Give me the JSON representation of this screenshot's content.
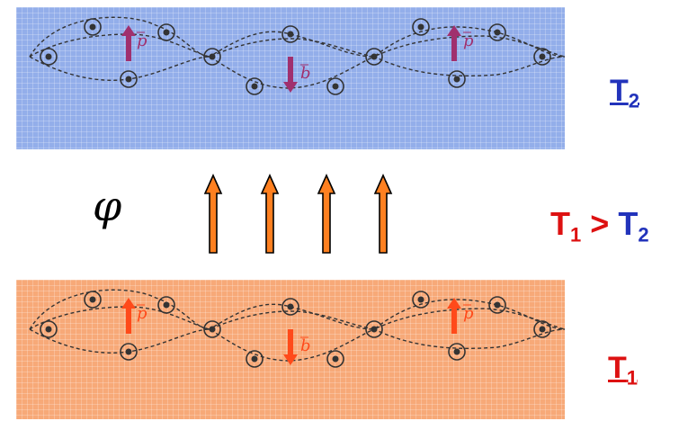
{
  "labels": {
    "upper_reservoir_main": "T",
    "upper_reservoir_sub": "2",
    "lower_reservoir_main": "T",
    "lower_reservoir_sub": "1",
    "comparison_left_main": "T",
    "comparison_left_sub": "1",
    "comparison_operator": ">",
    "comparison_right_main": "T",
    "comparison_right_sub": "2",
    "flux_symbol": "φ",
    "momentum_label": "p",
    "b_label": "b"
  },
  "colors": {
    "upper_slab": "#93aeea",
    "lower_slab": "#f7a978",
    "upper_label": "#2233bb",
    "lower_label": "#dd1111",
    "upper_arrow": "#a0306e",
    "lower_arrow": "#ff4a1a",
    "flux_arrow": "#ff8020"
  },
  "flux_arrow_count": 4
}
